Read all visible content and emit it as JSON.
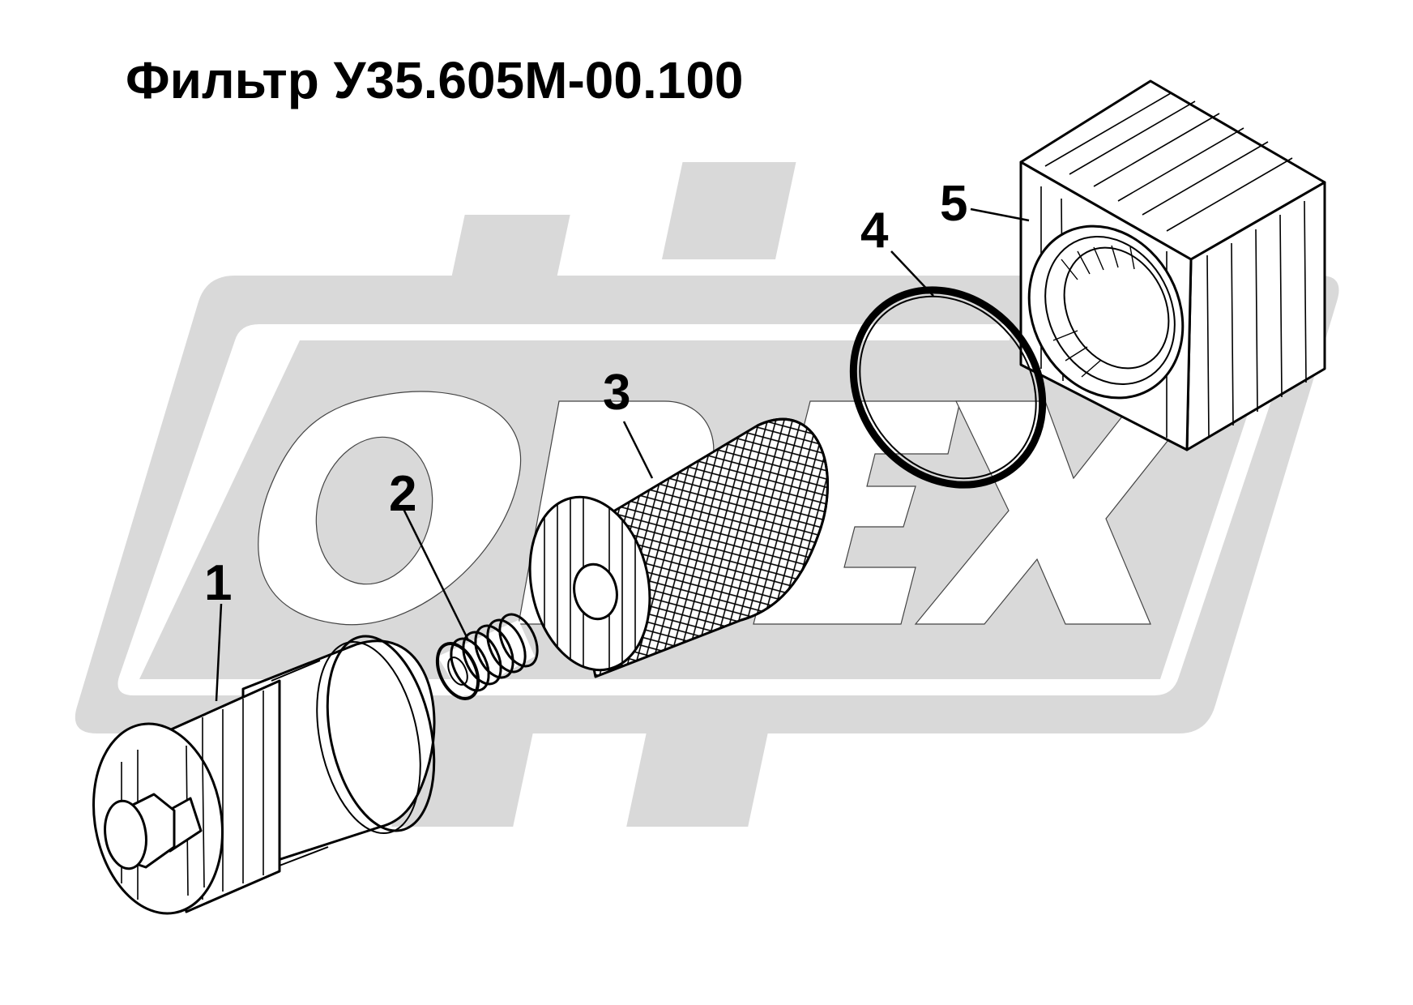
{
  "title": "Фильтр У35.605М-00.100",
  "watermark": {
    "text": "OPEX",
    "color": "#d9d9d9"
  },
  "callouts": [
    {
      "id": "1",
      "label": "1"
    },
    {
      "id": "2",
      "label": "2"
    },
    {
      "id": "3",
      "label": "3"
    },
    {
      "id": "4",
      "label": "4"
    },
    {
      "id": "5",
      "label": "5"
    }
  ],
  "colors": {
    "background": "#ffffff",
    "line": "#000000",
    "watermark": "#d9d9d9"
  }
}
